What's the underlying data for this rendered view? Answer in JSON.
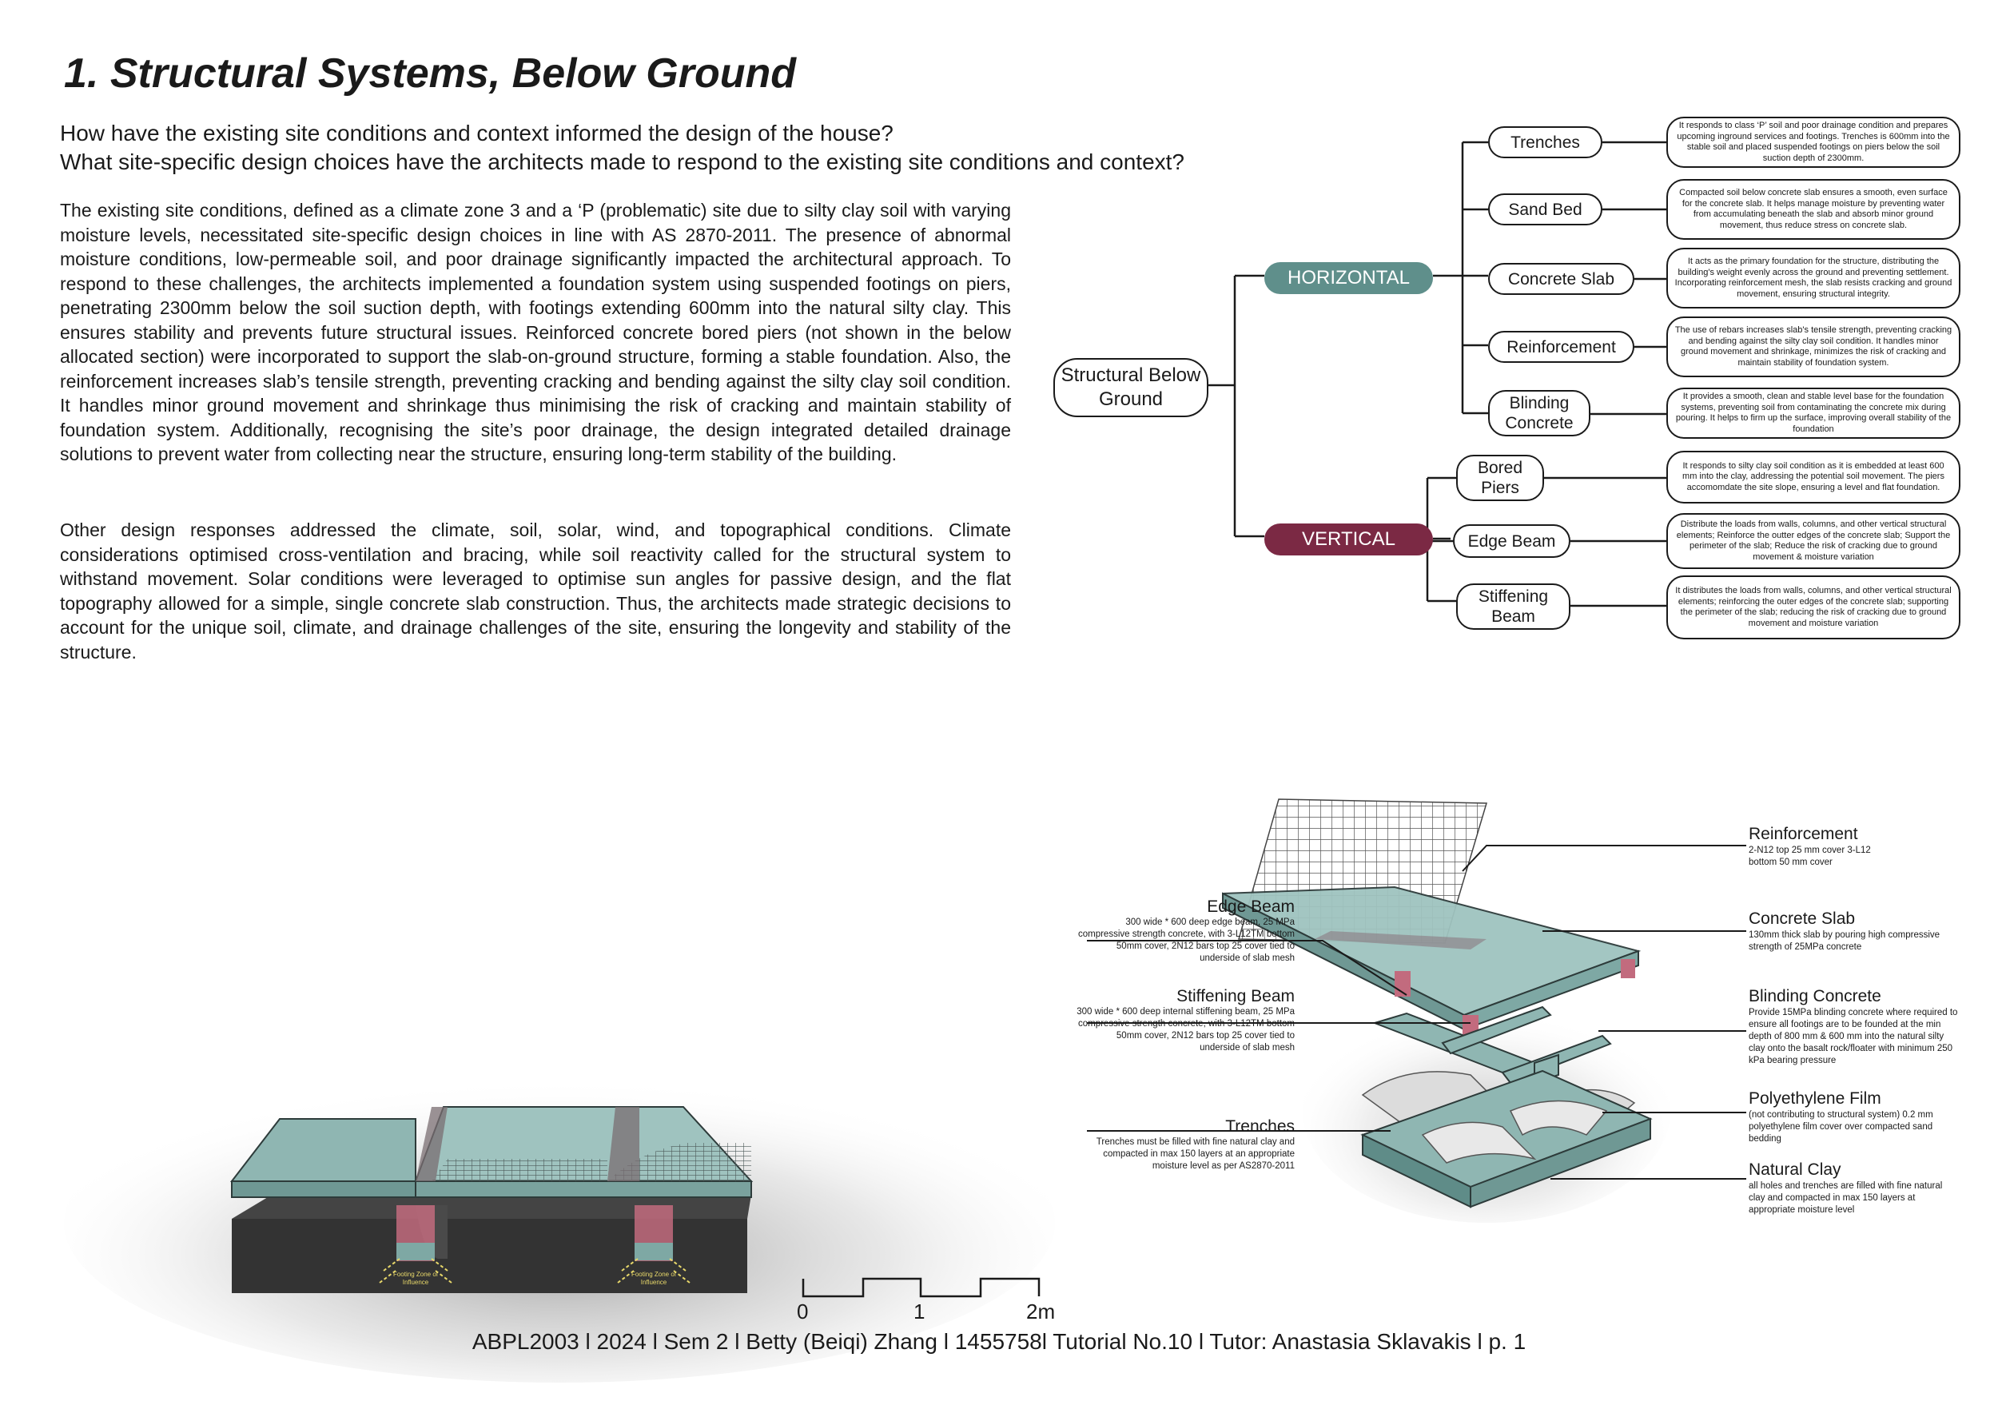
{
  "title": "1. Structural Systems, Below Ground",
  "questions": [
    "How have the existing site conditions and context informed the design of the house?",
    "What site-specific design choices have the architects made to respond to the existing site conditions and context?"
  ],
  "paragraphs": [
    "The existing site conditions, defined as a climate zone 3 and a ‘P (problematic) site due to silty clay soil with varying moisture levels, necessitated site-specific design choices in line with AS 2870-2011. The presence of abnormal moisture conditions, low-permeable soil, and poor drainage significantly impacted the architectural approach. To respond to these challenges, the architects implemented a foundation system using suspended footings on piers, penetrating 2300mm below the soil suction depth, with footings extending 600mm into the natural silty clay. This ensures stability and prevents future structural issues. Reinforced concrete bored piers (not shown in the below allocated section) were incorporated to support the slab-on-ground structure, forming a stable foundation. Also, the reinforcement increases slab’s tensile strength, preventing cracking and bending against the silty clay soil condition. It handles minor ground movement and shrinkage thus minimising the risk of cracking and maintain stability of foundation system. Additionally, recognising the site’s poor drainage, the design integrated detailed drainage solutions to prevent water from collecting near the structure, ensuring long-term stability of the building.",
    "Other design responses addressed the climate, soil, solar, wind, and topographical conditions. Climate considerations optimised cross-ventilation and bracing, while soil reactivity called for the structural system to withstand movement. Solar conditions were leveraged to optimise sun angles for passive design, and the flat topography allowed for a simple, single concrete slab construction. Thus, the architects made strategic decisions to account for the unique soil, climate, and drainage challenges of the site, ensuring the longevity and stability of the structure."
  ],
  "mindmap": {
    "root": "Structural Below Ground",
    "horizontal": {
      "label": "HORIZONTAL",
      "color": "#5f8f8b",
      "items": [
        {
          "name": "Trenches",
          "desc": "It responds to class ‘P’ soil and poor drainage condition and prepares upcoming inground services and footings. Trenches is 600mm into the stable soil and placed suspended footings on piers below the soil suction depth of 2300mm."
        },
        {
          "name": "Sand Bed",
          "desc": "Compacted soil below concrete slab ensures a smooth, even surface for the concrete slab. It helps manage moisture by preventing water from accumulating beneath the slab and absorb minor ground movement, thus reduce stress on concrete slab."
        },
        {
          "name": "Concrete Slab",
          "desc": "It acts as the primary foundation for the structure, distributing the building's weight evenly across the ground and preventing settlement. Incorporating reinforcement mesh, the slab resists cracking and ground movement, ensuring structural integrity."
        },
        {
          "name": "Reinforcement",
          "desc": "The use of rebars increases slab's tensile strength, preventing cracking and bending against the silty clay soil condition. It handles minor ground movement and shrinkage, minimizes the risk of cracking and maintain stability of foundation system."
        },
        {
          "name": "Blinding Concrete",
          "desc": "It provides a smooth, clean and stable level base for the foundation systems, preventing soil from contaminating the concrete mix during pouring. It helps to firm up the surface, improving overall stability of the foundation"
        }
      ]
    },
    "vertical": {
      "label": "VERTICAL",
      "color": "#7b2944",
      "items": [
        {
          "name": "Bored Piers",
          "desc": "It responds to silty clay soil condition as it is embedded at least 600 mm into the clay, addressing the potential soil movement. The piers accomomdate the site slope, ensuring a level and flat foundation."
        },
        {
          "name": "Edge Beam",
          "desc": "Distribute the loads from walls, columns, and other vertical structural elements; Reinforce the outter edges of the concrete slab; Support the perimeter of the slab; Reduce the risk of cracking due to ground movement & moisture variation"
        },
        {
          "name": "Stiffening Beam",
          "desc": "It distributes the loads from walls, columns, and other vertical structural elements; reinforcing the outer edges of the concrete slab; supporting the perimeter of the slab; reducing the risk of cracking due to ground movement and moisture variation"
        }
      ]
    }
  },
  "section": {
    "footing_label": "Footing Zone of Influence"
  },
  "axo_labels": {
    "left": [
      {
        "title": "Edge Beam",
        "note": "300 wide * 600 deep edge beam, 25 MPa compressive strength concrete, with 3-L12TM bottom 50mm cover, 2N12 bars top 25 cover tied to underside of slab mesh"
      },
      {
        "title": "Stiffening Beam",
        "note": "300 wide * 600 deep internal stiffening beam, 25 MPa compressive strength concrete, with 3-L12TM bottom 50mm cover, 2N12 bars top 25 cover tied to underside of slab mesh"
      },
      {
        "title": "Trenches",
        "note": "Trenches must be filled with fine natural clay and compacted in max 150 layers at an appropriate moisture level as per AS2870-2011"
      }
    ],
    "right": [
      {
        "title": "Reinforcement",
        "note": "2-N12 top 25 mm cover 3-L12 bottom 50 mm cover"
      },
      {
        "title": "Concrete Slab",
        "note": "130mm thick slab by pouring high compressive strength of 25MPa concrete"
      },
      {
        "title": "Blinding Concrete",
        "note": "Provide 15MPa blinding concrete where required to ensure all footings are to be founded at the min depth of 800 mm & 600 mm into the natural silty clay onto the basalt rock/floater with minimum 250 kPa bearing pressure"
      },
      {
        "title": "Polyethylene Film",
        "note": "(not contributing to structural system) 0.2 mm polyethylene film cover over compacted sand bedding"
      },
      {
        "title": "Natural Clay",
        "note": "all holes and trenches are filled with fine natural clay and compacted in max 150 layers at appropriate moisture level"
      }
    ]
  },
  "scale": [
    "0",
    "1",
    "2m"
  ],
  "footer": "ABPL2003 l 2024 l Sem 2 l Betty (Beiqi) Zhang l 1455758l Tutorial No.10 l Tutor: Anastasia Sklavakis l p. 1"
}
